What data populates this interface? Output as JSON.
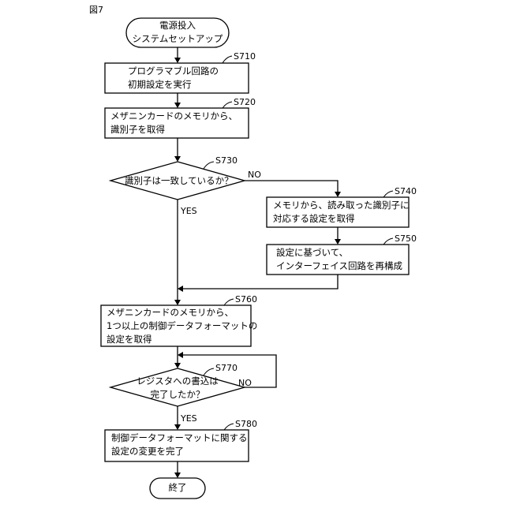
{
  "figure_label": "図7",
  "nodes": {
    "start": {
      "lines": [
        "電源投入",
        "システムセットアップ"
      ]
    },
    "s710": {
      "step": "S710",
      "lines": [
        "プログラマブル回路の",
        "初期設定を実行"
      ]
    },
    "s720": {
      "step": "S720",
      "lines": [
        "メザニンカードのメモリから、",
        "識別子を取得"
      ]
    },
    "s730": {
      "step": "S730",
      "lines": [
        "識別子は一致しているか？"
      ],
      "no_label": "NO",
      "yes_label": "YES"
    },
    "s740": {
      "step": "S740",
      "lines": [
        "メモリから、読み取った識別子に",
        "対応する設定を取得"
      ]
    },
    "s750": {
      "step": "S750",
      "lines": [
        "設定に基づいて、",
        "インターフェイス回路を再構成"
      ]
    },
    "s760": {
      "step": "S760",
      "lines": [
        "メザニンカードのメモリから、",
        "1つ以上の制御データフォーマットの",
        "設定を取得"
      ]
    },
    "s770": {
      "step": "S770",
      "lines": [
        "レジスタへの書込は",
        "完了したか？"
      ],
      "no_label": "NO",
      "yes_label": "YES"
    },
    "s780": {
      "step": "S780",
      "lines": [
        "制御データフォーマットに関する",
        "設定の変更を完了"
      ]
    },
    "end": {
      "lines": [
        "終了"
      ]
    }
  }
}
